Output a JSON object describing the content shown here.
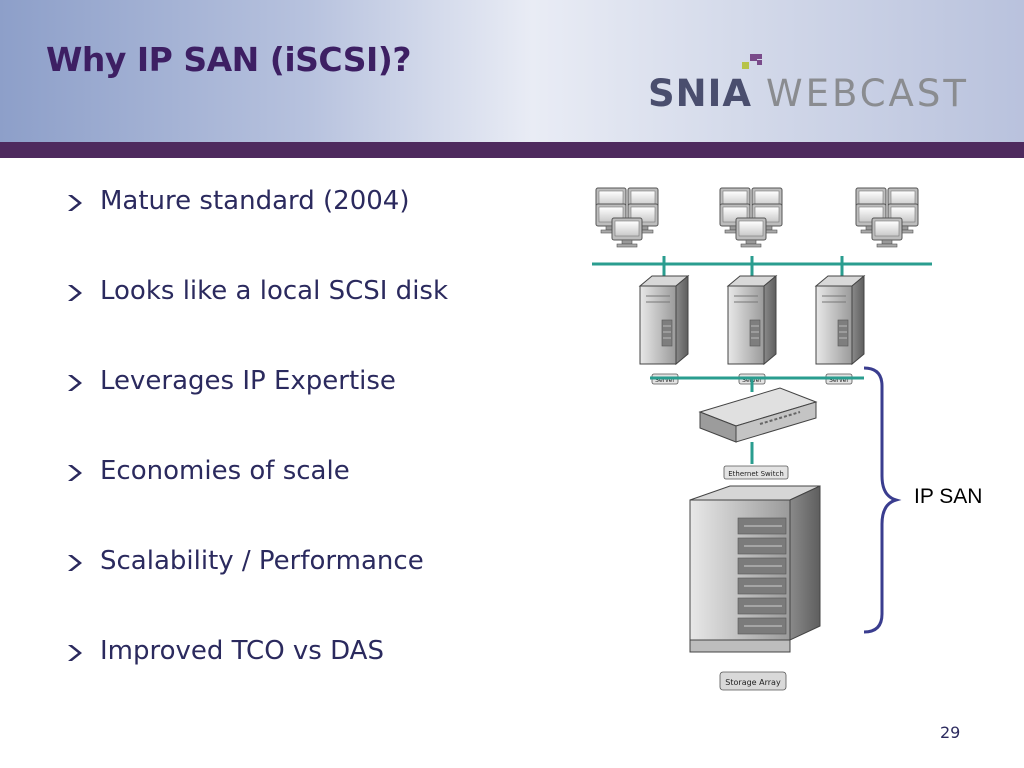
{
  "slide": {
    "title": "Why IP SAN (iSCSI)?",
    "page_number": "29"
  },
  "logo": {
    "snia": "SNIA",
    "webcast": "WEBCAST"
  },
  "bullets": [
    "Mature standard (2004)",
    "Looks like a local SCSI disk",
    "Leverages IP Expertise",
    "Economies of scale",
    "Scalability / Performance",
    "Improved TCO vs DAS"
  ],
  "diagram": {
    "server_label": "Server",
    "switch_label": "Ethernet Switch",
    "storage_label": "Storage Array",
    "bracket_label": "IP SAN"
  },
  "colors": {
    "title": "#3d1f63",
    "accent_bar": "#4e2a5e",
    "bullet_text": "#2b2a5e",
    "network_line": "#2a9d8f",
    "bracket": "#3a3d8f"
  }
}
